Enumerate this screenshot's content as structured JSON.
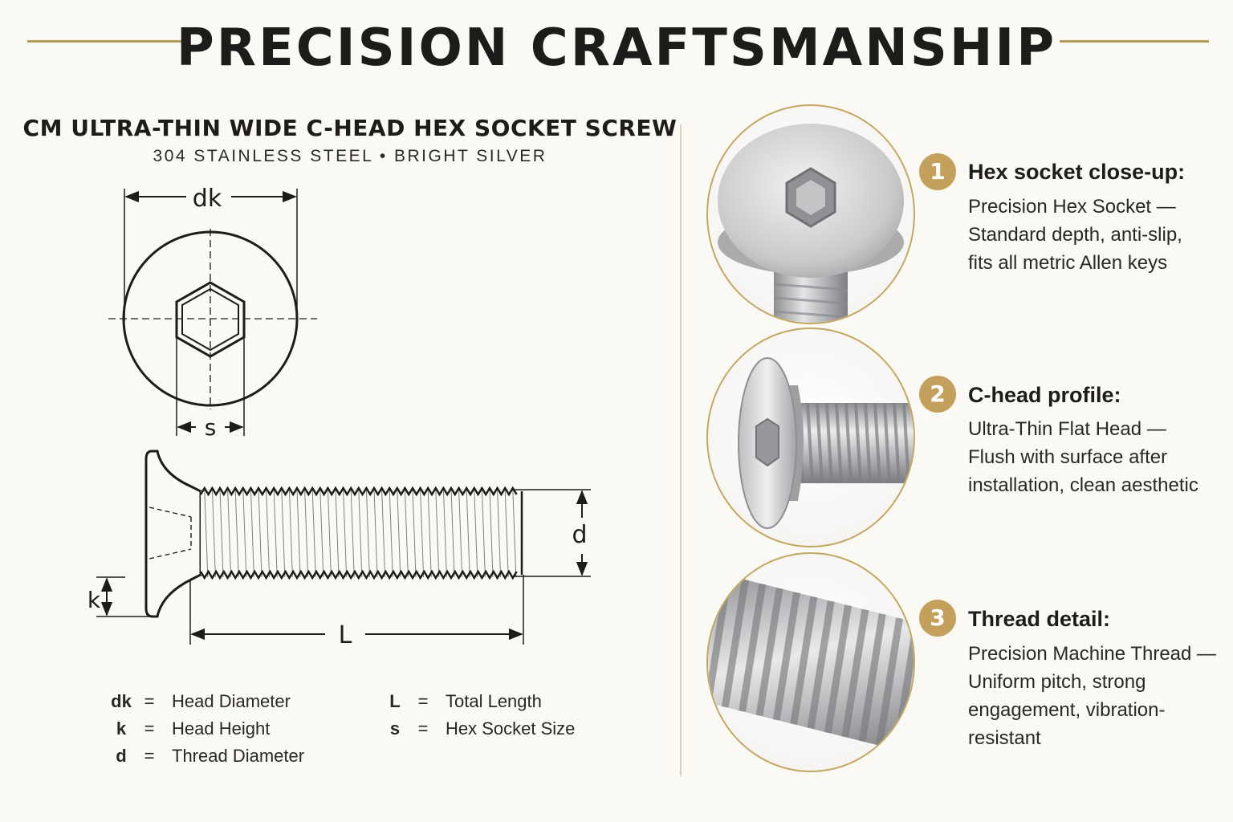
{
  "header": {
    "title": "PRECISION CRAFTSMANSHIP"
  },
  "product": {
    "name": "CM ULTRA-THIN WIDE C-HEAD HEX SOCKET SCREW",
    "material": "304 STAINLESS STEEL • BRIGHT SILVER"
  },
  "diagram": {
    "labels": {
      "dk": "dk",
      "s": "s",
      "k": "k",
      "d": "d",
      "L": "L"
    }
  },
  "legend": [
    {
      "symbol": "dk",
      "eq": "=",
      "desc": "Head Diameter"
    },
    {
      "symbol": "k",
      "eq": "=",
      "desc": "Head Height"
    },
    {
      "symbol": "d",
      "eq": "=",
      "desc": "Thread Diameter"
    },
    {
      "symbol": "L",
      "eq": "=",
      "desc": "Total Length"
    },
    {
      "symbol": "s",
      "eq": "=",
      "desc": "Hex Socket Size"
    }
  ],
  "features": [
    {
      "number": "1",
      "title": "Hex socket close-up:",
      "lines": [
        "Precision Hex Socket —",
        "Standard depth, anti-slip,",
        "fits all metric Allen keys"
      ]
    },
    {
      "number": "2",
      "title": "C-head profile:",
      "lines": [
        "Ultra-Thin Flat Head —",
        "Flush with surface after",
        "installation, clean aesthetic"
      ]
    },
    {
      "number": "3",
      "title": "Thread detail:",
      "lines": [
        "Precision Machine Thread —",
        "Uniform pitch, strong",
        "engagement, vibration-",
        "resistant"
      ]
    }
  ],
  "colors": {
    "background": "#fbf9f3",
    "accent_gold": "#c4a05d",
    "text_dark": "#1e1c1a",
    "steel": "#bfc1c3"
  },
  "icons": {
    "photo_1": "hex-socket-closeup-photo",
    "photo_2": "c-head-profile-photo",
    "photo_3": "thread-detail-photo"
  }
}
